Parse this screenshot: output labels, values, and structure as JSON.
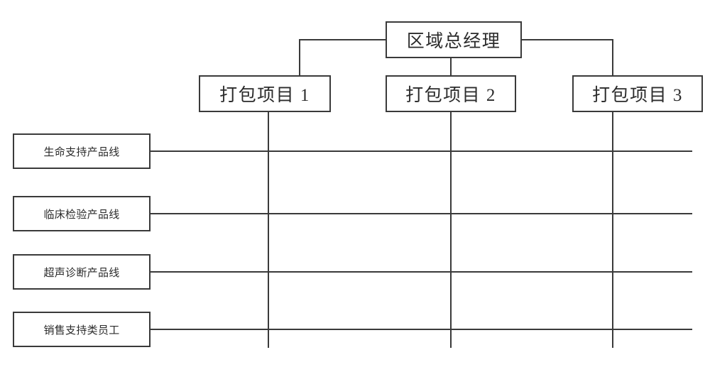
{
  "diagram": {
    "type": "matrix-organization-chart",
    "colors": {
      "background": "#ffffff",
      "line": "#3a3a3a",
      "box_border": "#3a3a3a",
      "text": "#2b2b2b"
    },
    "top_node": {
      "label": "区域总经理"
    },
    "projects": [
      {
        "label": "打包项目 1"
      },
      {
        "label": "打包项目 2"
      },
      {
        "label": "打包项目 3"
      }
    ],
    "product_lines": [
      {
        "label": "生命支持产品线"
      },
      {
        "label": "临床检验产品线"
      },
      {
        "label": "超声诊断产品线"
      },
      {
        "label": "销售支持类员工"
      }
    ]
  }
}
